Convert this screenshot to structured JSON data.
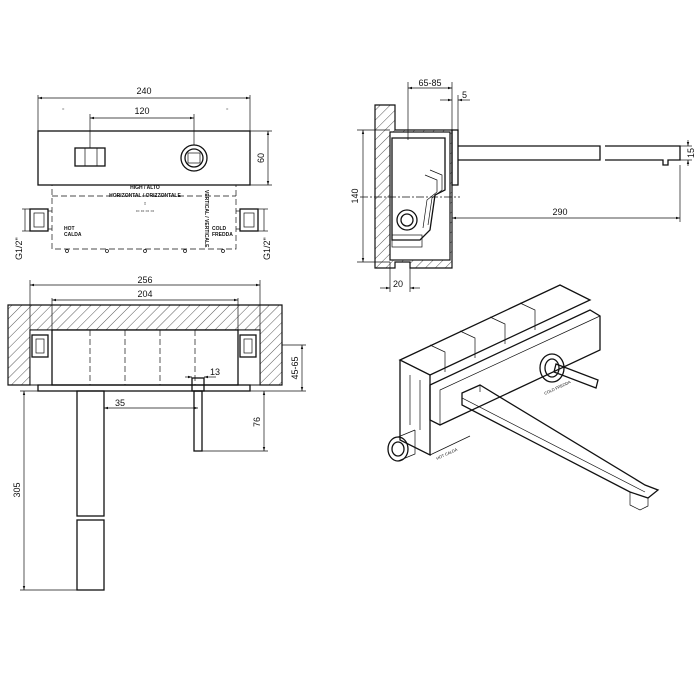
{
  "front_view": {
    "dims": {
      "width": "240",
      "inner": "120",
      "height": "60"
    },
    "labels": {
      "high": "HIGH / ALTO",
      "horizontal": "HORIZONTAL / ORIZZONTALE",
      "vertical": "VERTICAL / VERTICALE",
      "hot": "HOT",
      "hot_it": "CALDA",
      "cold": "COLD",
      "cold_it": "FREDDA",
      "thread_left": "G1/2\"",
      "thread_right": "G1/2\""
    }
  },
  "side_view": {
    "dims": {
      "depth": "65-85",
      "plate": "5",
      "height": "140",
      "spout": "290",
      "bottom": "20",
      "spout_h": "15"
    }
  },
  "plan_view": {
    "dims": {
      "outer": "256",
      "inner": "204",
      "depth": "45-65",
      "spout_w": "35",
      "pipe": "13",
      "drop": "76",
      "length": "305"
    }
  },
  "iso_view": {
    "labels": {
      "hot": "HOT CALDA",
      "cold": "COLD FREDDA"
    }
  }
}
